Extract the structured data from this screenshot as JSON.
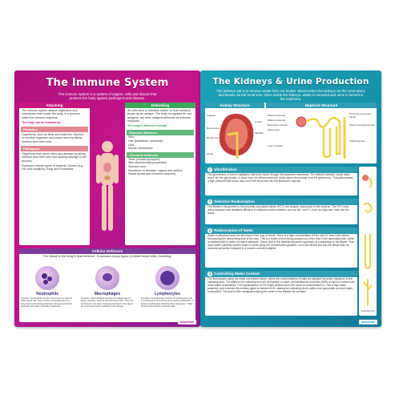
{
  "immune": {
    "title": "The Immune System",
    "intro": "The immune system is a system of organs, cells and tissues that protects the body against pathogens and disease.",
    "attacking": {
      "header": "Attacking",
      "text": "The immune system attacks organisms and substances that invade the body, in a process called the immune response.",
      "can_be_invaded": "The body can be invaded by:",
      "parasites_title": "Parasites",
      "parasites_text": "Organisms, such as fleas and head lice, that live on another organism and cause harm by taking nutrition from their host.",
      "pathogens_title": "Pathogens",
      "pathogens_text": "Organisms that cause harm and disease by taking nutrition from their host and causing damage in the process.",
      "pathogens_examples": "Examples include types of bacteria, viruses (e.g. HIV and smallpox), fungi and Protoctista."
    },
    "defending": {
      "header": "Defending",
      "text": "All cells have a chemical marker on their surfaces known as an antigen. The body recognises its own antigens, but other antigens stimulate an immune response.",
      "defences_include": "The body's defences include:",
      "physical_title": "Physical defences",
      "physical_items": [
        "Skin",
        "Hair (eyelashes, eyebrows)",
        "Cilia",
        "Mucus membranes"
      ],
      "chemical_title": "Chemical defences",
      "chemical_items": [
        "Tears (contain lysozyme)",
        "Wax (antimicrobial properties)",
        "Stomach acid",
        "Secretions in stomach, vagina and urethra",
        "Sweat (acidic and contains enzymes)"
      ]
    },
    "cellular": {
      "header": "Cellular Defences",
      "intro": "The blood is the body's final defence. It contains many types of white blood cells, including:",
      "cells": [
        {
          "name": "Neutrophils",
          "text": "Function: Neutrophils are the most common type of white blood cell. They function as phagocytes (i.e. they ingest and destroy bacteria, fungi and infected particles and cells), primarily of bacteria."
        },
        {
          "name": "Macrophages",
          "text": "Function: Macrophages function as phagocytes of larger particles, such as old red blood cells. They are produced in the bone marrow and travel in the blood as monocytes before settling in the tissues."
        },
        {
          "name": "Lymphocytes",
          "text": "Function: Lymphocytes produce B lymphocytes and T lymphocytes. B lymphocytes produce antibodies. T helper lymphocytes stimulate B lymphocytes. T killer lymphocytes destroy infected cells."
        }
      ]
    },
    "logo": "daydream"
  },
  "kidney": {
    "title": "The Kidneys & Urine Production",
    "intro": "The kidneys' job is to remove waste from our bodies. Blood enters the kidneys via the renal artery and leaves via the renal vein. Once inside the kidneys, waste is removed and urine is formed in the nephrons.",
    "structure_label": "Kidney Structure",
    "nephron_label": "Nephron Structure",
    "kidney_parts": [
      "Capsule",
      "Renal artery",
      "Renal vein",
      "Ureter",
      "Cortex",
      "Medulla"
    ],
    "nephron_parts": [
      "Afferent arteriole",
      "Efferent arteriole",
      "Bowman's capsule",
      "Glomerulus",
      "Proximal convoluted tubule",
      "Distal convoluted tubule",
      "Loop of Henle",
      "Collecting duct"
    ],
    "sections": [
      {
        "num": "1",
        "title": "Ultrafiltration",
        "text": "The glomerulus, a knot of capillaries, filters the blood through the basement membrane. The afferent arteriole, which takes blood into the glomerulus, is wider than the efferent arteriole, which takes blood away from the glomerulus. This path creates a high pressure that forces fluid out of the blood and into the Bowman's capsule."
      },
      {
        "num": "2",
        "title": "Selective Reabsorption",
        "text": "The filtrate is transported to the proximal convoluted tubule (PCT), the longest, widest part of the nephron. The PCT uses active transport and facilitated diffusion to reabsorb useful nutrients, such as Na+ and Cl- ions, and glucose, back into the blood."
      },
      {
        "num": "3",
        "title": "Reabsorption of Water",
        "text": "Water is absorbed back into the blood in the loop of Henle. There is a high concentration of Na+ and Cl- ions in the tissue surrounding the descending limb of the loop. This is a result of ions being pumped out of the fluid in the ascending limb, which is impermeable to water, by active transport. Tissue fluid in the medulla becomes hypertonic in comparison to the filtrate. This lower water potential causes water to travel along the concentration gradient, out of the filtrate and into the tissue fluid, by osmosis and active transport in a counter-current multiplier."
      },
      {
        "num": "4",
        "title": "Controlling Water Content",
        "text": "The fluid passes along the distal convoluted tubule, where the concentrations of salts are adjusted by active transport, to the collecting duct. The walls of the collecting duct are permeable to water, and antidiuretic hormone (ADH) is used to control how much water is absorbed. The hypothalamus (in the brain) detects when the blood is concentrated (i.e. has a high water potential), and instructs the pituitary gland to release ADH, making the collecting duct's walls more permeable so more water is absorbed. The fluid is then transported along the ureter to the bladder for urination."
      }
    ],
    "collecting_duct_label": "Collecting duct",
    "logo": "daydream"
  },
  "colors": {
    "immune_bg": "#c4148a",
    "kidney_bg": "#1790a8",
    "accent_red": "#d2232a"
  }
}
